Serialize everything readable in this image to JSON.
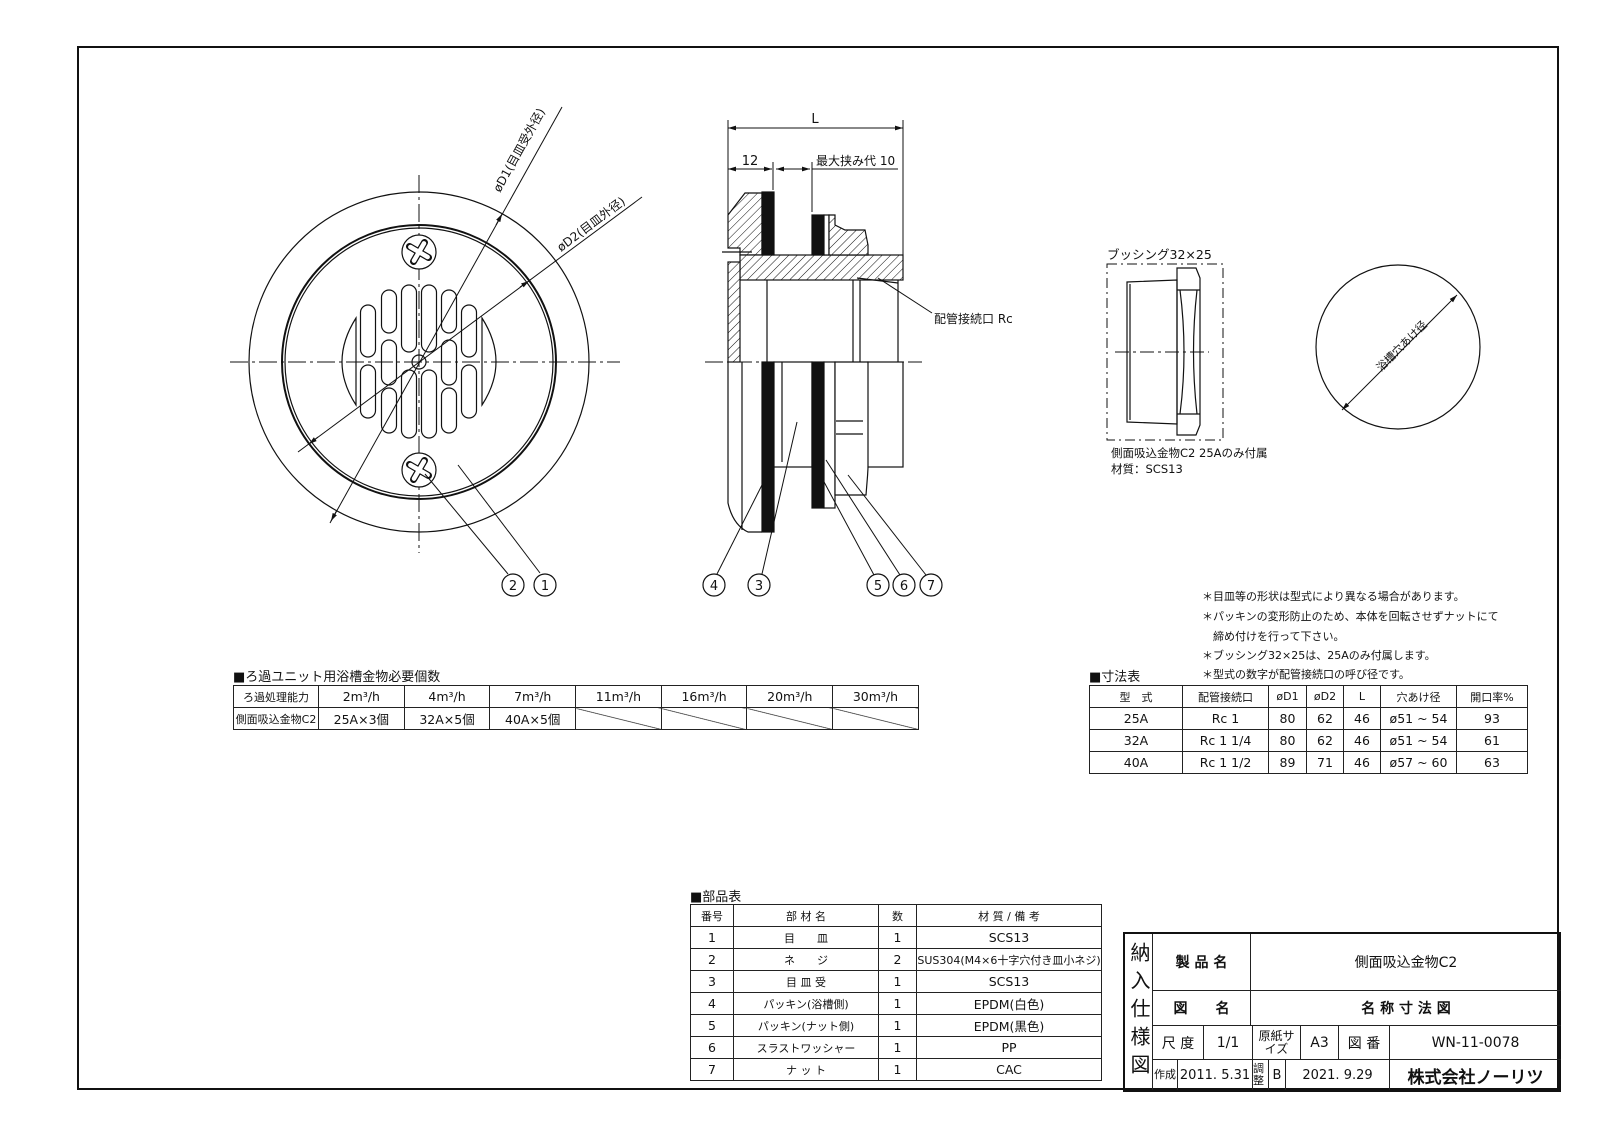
{
  "front_view": {
    "d1_label": "øD1(目皿受外径)",
    "d2_label": "øD2(目皿外径)",
    "balloons": [
      "2",
      "1"
    ]
  },
  "section_view": {
    "l_label": "L",
    "dim_12": "12",
    "max_clamp": "最大挟み代  10",
    "pipe_connection": "配管接続口  Rc",
    "balloons": [
      "4",
      "3",
      "5",
      "6",
      "7"
    ]
  },
  "bushing": {
    "title": "ブッシング32×25",
    "note": "側面吸込金物C2  25Aのみ付属",
    "material": "材質：SCS13"
  },
  "hole": {
    "label": "浴槽穴あけ径"
  },
  "filter_table": {
    "title": "■ろ過ユニット用浴槽金物必要個数",
    "headers": [
      "ろ過処理能力",
      "2m³/h",
      "4m³/h",
      "7m³/h",
      "11m³/h",
      "16m³/h",
      "20m³/h",
      "30m³/h"
    ],
    "row": [
      "側面吸込金物C2",
      "25A×3個",
      "32A×5個",
      "40A×5個",
      "",
      "",
      "",
      ""
    ]
  },
  "notes": [
    "＊目皿等の形状は型式により異なる場合があります。",
    "＊パッキンの変形防止のため、本体を回転させずナットにて",
    "　締め付けを行って下さい。",
    "＊ブッシング32×25は、25Aのみ付属します。",
    "＊型式の数字が配管接続口の呼び径です。"
  ],
  "dimension_table": {
    "title": "■寸法表",
    "headers": [
      "型　式",
      "配管接続口",
      "øD1",
      "øD2",
      "L",
      "穴あけ径",
      "開口率%"
    ],
    "rows": [
      [
        "25A",
        "Rc 1",
        "80",
        "62",
        "46",
        "ø51 ~ 54",
        "93"
      ],
      [
        "32A",
        "Rc 1 1/4",
        "80",
        "62",
        "46",
        "ø51 ~ 54",
        "61"
      ],
      [
        "40A",
        "Rc 1 1/2",
        "89",
        "71",
        "46",
        "ø57 ~ 60",
        "63"
      ]
    ]
  },
  "parts_table": {
    "title": "■部品表",
    "headers": [
      "番号",
      "部 材 名",
      "数",
      "材 質 / 備 考"
    ],
    "rows": [
      [
        "1",
        "目　　皿",
        "1",
        "SCS13"
      ],
      [
        "2",
        "ネ　　ジ",
        "2",
        "SUS304(M4×6十字穴付き皿小ネジ)"
      ],
      [
        "3",
        "目 皿 受",
        "1",
        "SCS13"
      ],
      [
        "4",
        "パッキン(浴槽側)",
        "1",
        "EPDM(白色)"
      ],
      [
        "5",
        "パッキン(ナット側)",
        "1",
        "EPDM(黒色)"
      ],
      [
        "6",
        "スラストワッシャー",
        "1",
        "PP"
      ],
      [
        "7",
        "ナ ッ ト",
        "1",
        "CAC"
      ]
    ]
  },
  "title_block": {
    "side_label": "納入仕様図",
    "product_name_label": "製 品 名",
    "product_name": "側面吸込金物C2",
    "drawing_name_label": "図　　名",
    "drawing_name": "名 称 寸 法 図",
    "scale_label": "尺 度",
    "scale": "1/1",
    "paper_label": "原紙サイズ",
    "paper": "A3",
    "number_label": "図 番",
    "number": "WN-11-0078",
    "created_label": "作成",
    "created": "2011. 5.31",
    "adjusted_label": "調整",
    "revision": "B",
    "adjusted": "2021. 9.29",
    "company": "株式会社ノーリツ"
  }
}
